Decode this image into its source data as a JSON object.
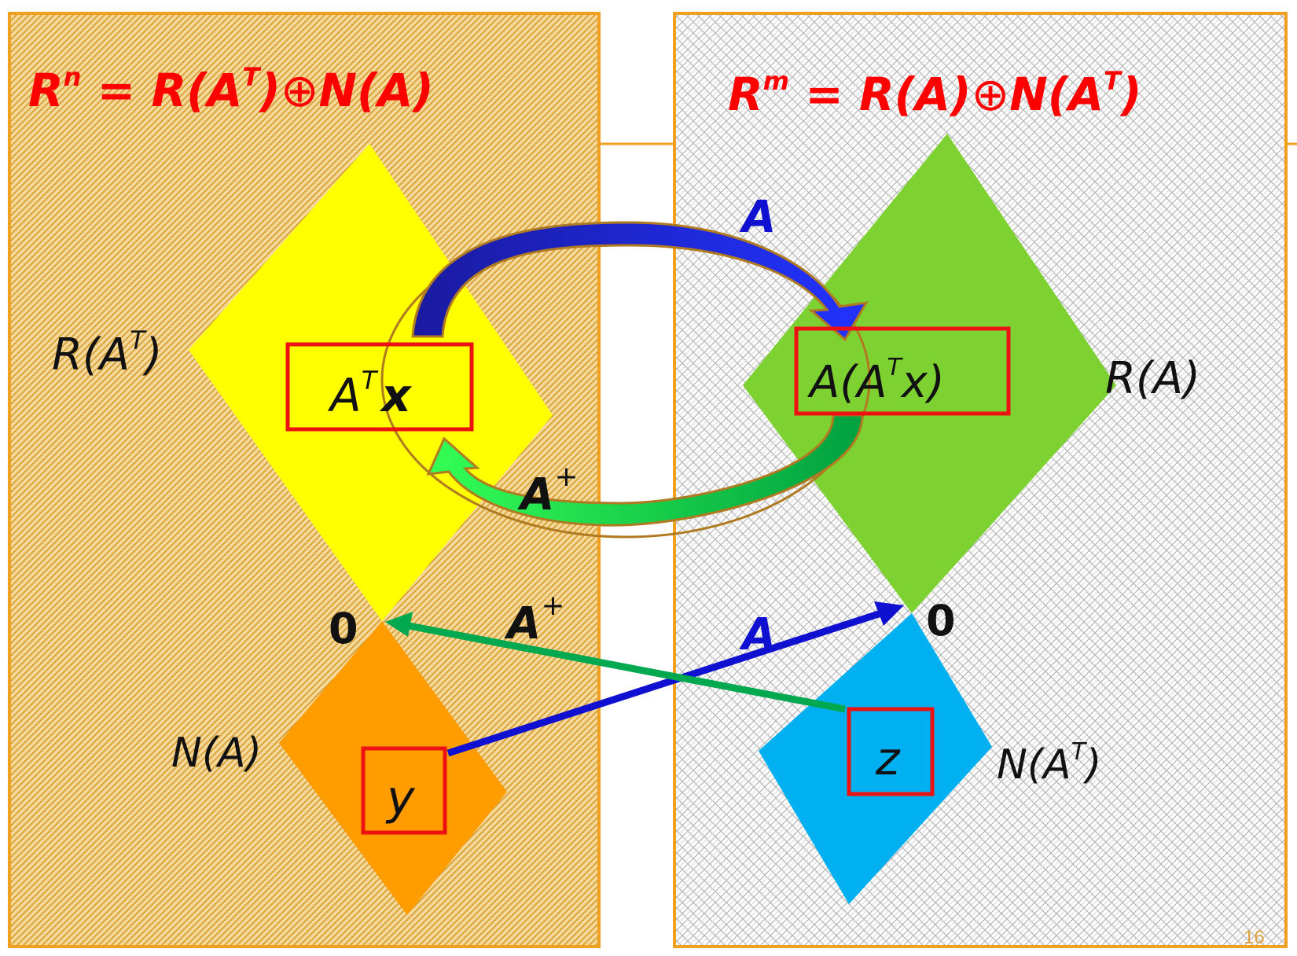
{
  "left_panel": {
    "title": {
      "lhs": "R",
      "lhs_sup": "n",
      "eq": " = ",
      "part1": "R(A",
      "part1_sup": "T",
      "part1_close": ")",
      "oplus": "⊕",
      "part2": "N(A)"
    },
    "row_space_label": {
      "main": "R(A",
      "sup": "T",
      "close": ")"
    },
    "null_space_label": "N(A)",
    "row_vector_label": {
      "main": "A",
      "sup": "T",
      "tail": "x"
    },
    "null_vector_label": "y",
    "origin_label": "0"
  },
  "right_panel": {
    "title": {
      "lhs": "R",
      "lhs_sup": "m",
      "eq": " = ",
      "part1": "R(A)",
      "oplus": "⊕",
      "part2": "N(A",
      "part2_sup": "T",
      "part2_close": ")"
    },
    "column_space_label": "R(A)",
    "left_null_label": {
      "main": "N(A",
      "sup": "T",
      "close": ")"
    },
    "column_vector_label": {
      "pre": "A(A",
      "sup": "T",
      "tail": "x)"
    },
    "left_null_vector_label": "z",
    "origin_label": "0"
  },
  "arrows": {
    "a_top": "A",
    "a_plus_mid": {
      "main": "A",
      "sup": "+"
    },
    "a_plus_low": {
      "main": "A",
      "sup": "+"
    },
    "a_low": "A"
  },
  "page_number": "16",
  "colors": {
    "title_red": "#ff0000",
    "border_orange": "#f0a020",
    "yellow": "#ffff00",
    "green": "#7dd232",
    "orange": "#ff9c00",
    "cyan": "#00b0f0",
    "blue": "#1010d0",
    "arrow_green": "#00a850"
  }
}
